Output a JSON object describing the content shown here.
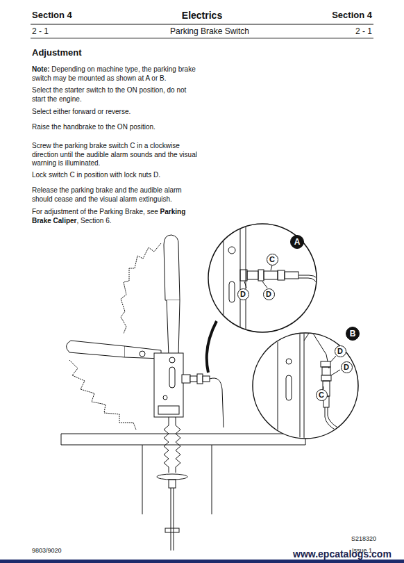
{
  "diagram": {
    "title": "Parking Brake Switch",
    "nodes": [
      {
        "text": [
          "A"
        ]
      },
      {
        "text": [
          "C"
        ]
      },
      {
        "text": [
          "D"
        ]
      },
      {
        "text": [
          "D"
        ]
      },
      {
        "text": [
          "B"
        ]
      },
      {
        "text": [
          "D"
        ]
      },
      {
        "text": [
          "D"
        ]
      },
      {
        "text": [
          "C"
        ]
      }
    ],
    "labels": [
      "Section 4",
      "Electrics",
      "Section 4",
      "2 - 1",
      "2 - 1",
      "Adjustment",
      "Note:",
      "Depending on machine type, the parking brake switch may be mounted as shown at A or B.",
      "Select the starter switch to the ON position, do not start the engine.",
      "Select either forward or reverse.",
      "Raise the handbrake to the ON position.",
      "Screw the parking brake switch C in a clockwise direction until the audible alarm sounds and the visual warning is illuminated.",
      "Lock switch C in position with lock nuts D.",
      "Release the parking brake and the audible alarm should cease and the visual alarm extinguish.",
      "For adjustment of the Parking Brake, see",
      "Parking Brake Caliper",
      ", Section 6.",
      "S218320",
      "9803/9020",
      "Issue 1",
      "www.epcatalogs.com"
    ]
  }
}
